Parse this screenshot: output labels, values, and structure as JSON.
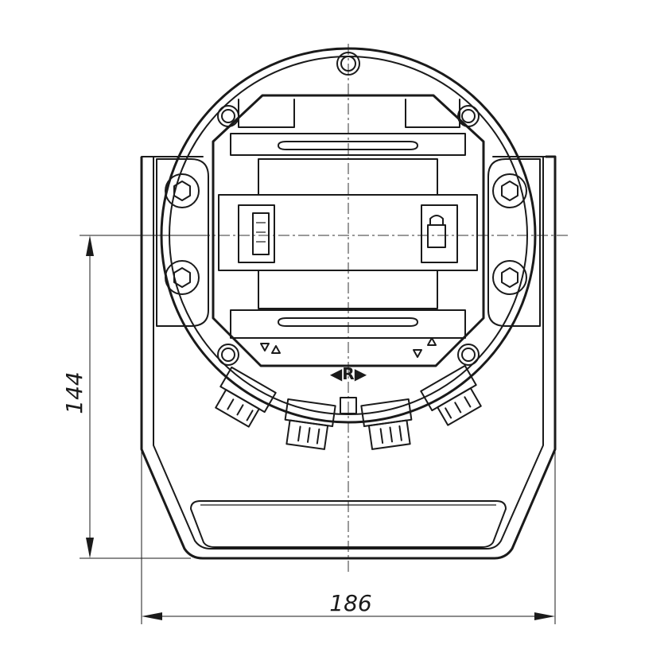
{
  "dimensions": {
    "width_label": "186",
    "height_label": "144"
  },
  "markings": {
    "rotation_symbol": "◀R▶"
  }
}
